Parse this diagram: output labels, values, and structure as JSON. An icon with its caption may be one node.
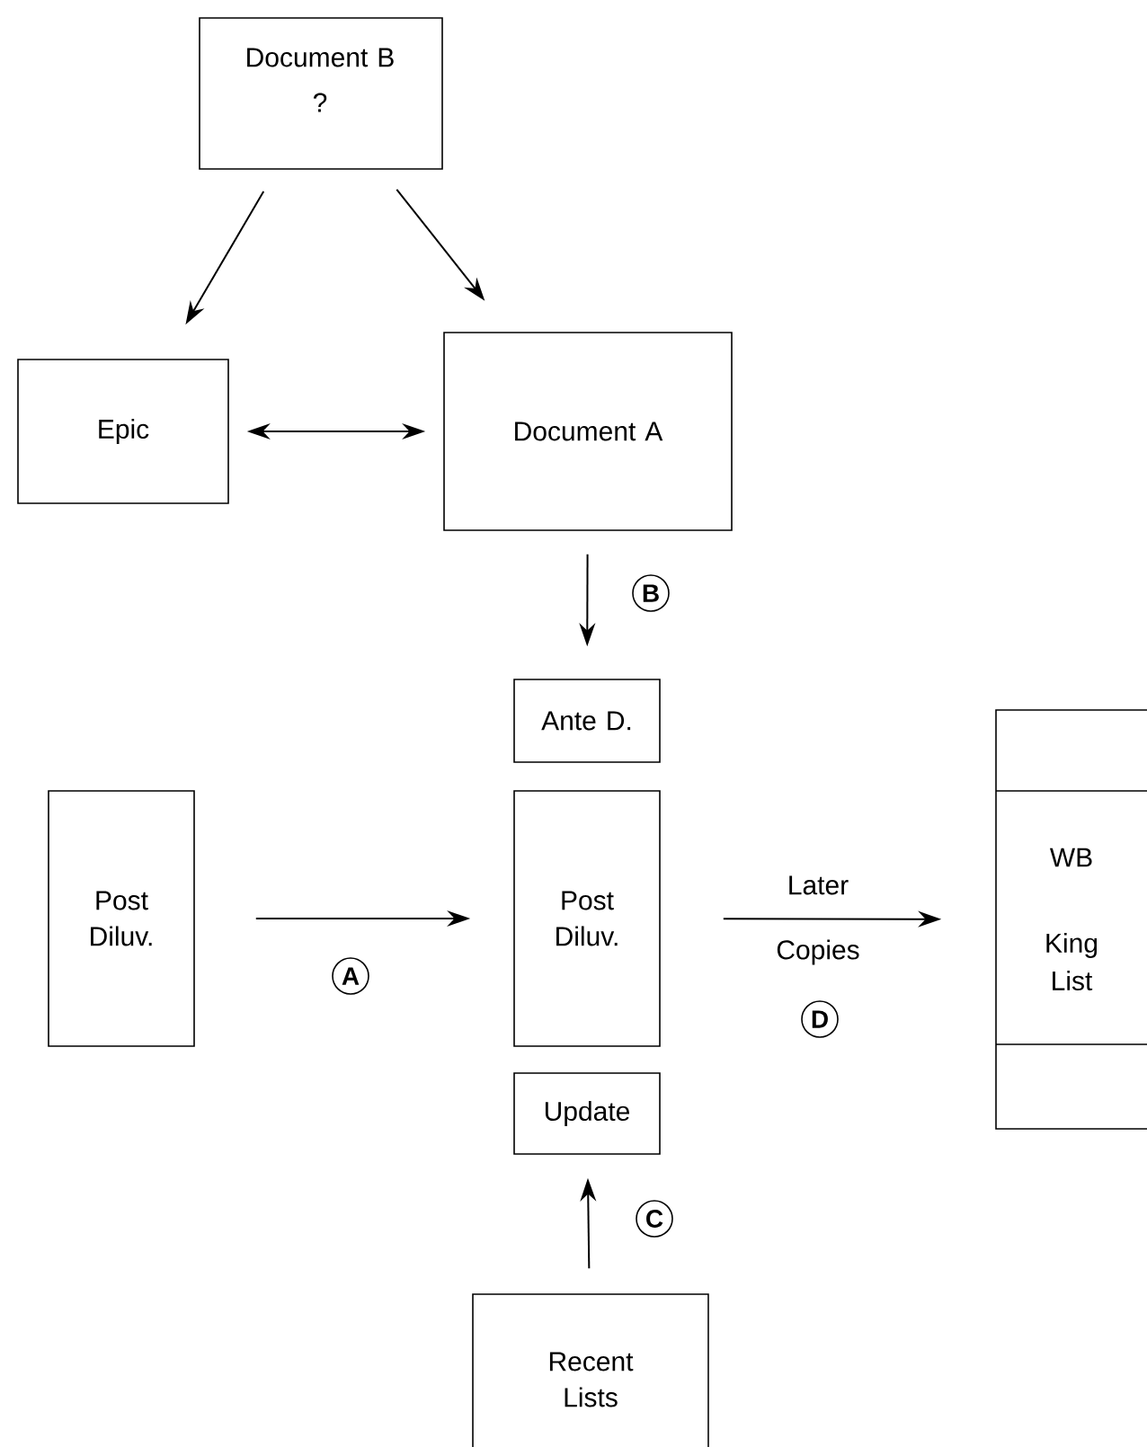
{
  "diagram": {
    "nodes": [
      {
        "text": [
          "Document B",
          "?"
        ]
      },
      {
        "text": [
          "Epic"
        ]
      },
      {
        "text": [
          "Document A"
        ]
      },
      {
        "text": [
          "Ante D."
        ]
      },
      {
        "text": [
          "Post Diluv."
        ]
      },
      {
        "text": [
          "Post Diluv."
        ]
      },
      {
        "text": [
          "Update"
        ]
      },
      {
        "text": [
          "WB",
          "King List"
        ]
      },
      {
        "text": [
          "Recent Lists"
        ]
      }
    ],
    "edges": [
      {
        "from": 0,
        "to": 1,
        "arrow": "to"
      },
      {
        "from": 0,
        "to": 2,
        "arrow": "to"
      },
      {
        "from": 1,
        "to": 2,
        "arrow": "both"
      },
      {
        "from": 2,
        "to": 3,
        "arrow": "to",
        "label": "B"
      },
      {
        "from": 4,
        "to": 5,
        "arrow": "to",
        "label": "A"
      },
      {
        "from": 5,
        "to": 7,
        "arrow": "to",
        "label": "Later Copies"
      },
      {
        "from": 8,
        "to": 6,
        "arrow": "to",
        "label": "C"
      }
    ],
    "labels": [
      "D"
    ]
  }
}
